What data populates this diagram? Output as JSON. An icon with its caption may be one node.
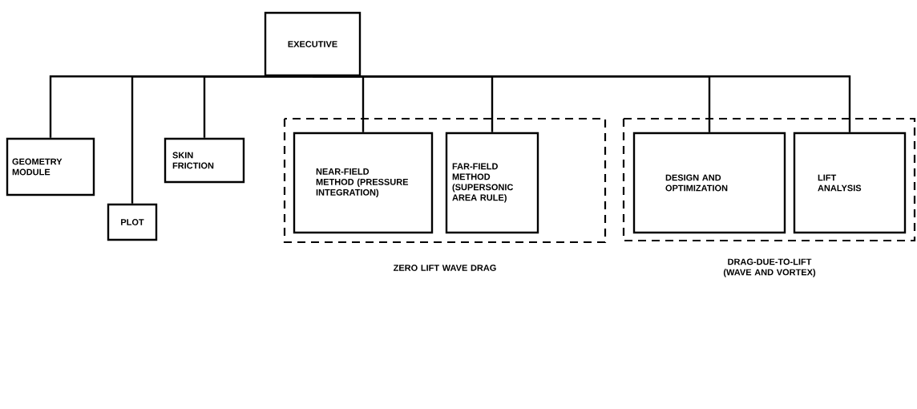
{
  "diagram": {
    "nodes": [
      {
        "text": [
          "EXECUTIVE"
        ]
      },
      {
        "text": [
          "GEOMETRY MODULE"
        ]
      },
      {
        "text": [
          "PLOT"
        ]
      },
      {
        "text": [
          "SKIN FRICTION"
        ]
      },
      {
        "text": [
          "ZERO LIFT WAVE DRAG"
        ]
      },
      {
        "text": [
          "NEAR-FIELD METHOD (PRESSURE INTEGRATION)"
        ],
        "in": 4
      },
      {
        "text": [
          "FAR-FIELD METHOD (SUPERSONIC AREA RULE)"
        ],
        "in": 4
      },
      {
        "text": [
          "DRAG-DUE-TO-LIFT (WAVE AND VORTEX)"
        ]
      },
      {
        "text": [
          "DESIGN AND OPTIMIZATION"
        ],
        "in": 7
      },
      {
        "text": [
          "LIFT ANALYSIS"
        ],
        "in": 7
      }
    ],
    "edges": [
      {
        "from": 0,
        "to": 1,
        "arrow": "none"
      },
      {
        "from": 0,
        "to": 2,
        "arrow": "none"
      },
      {
        "from": 0,
        "to": 3,
        "arrow": "none"
      },
      {
        "from": 0,
        "to": 5,
        "arrow": "none"
      },
      {
        "from": 0,
        "to": 6,
        "arrow": "none"
      },
      {
        "from": 0,
        "to": 8,
        "arrow": "none"
      },
      {
        "from": 0,
        "to": 9,
        "arrow": "none"
      }
    ]
  }
}
